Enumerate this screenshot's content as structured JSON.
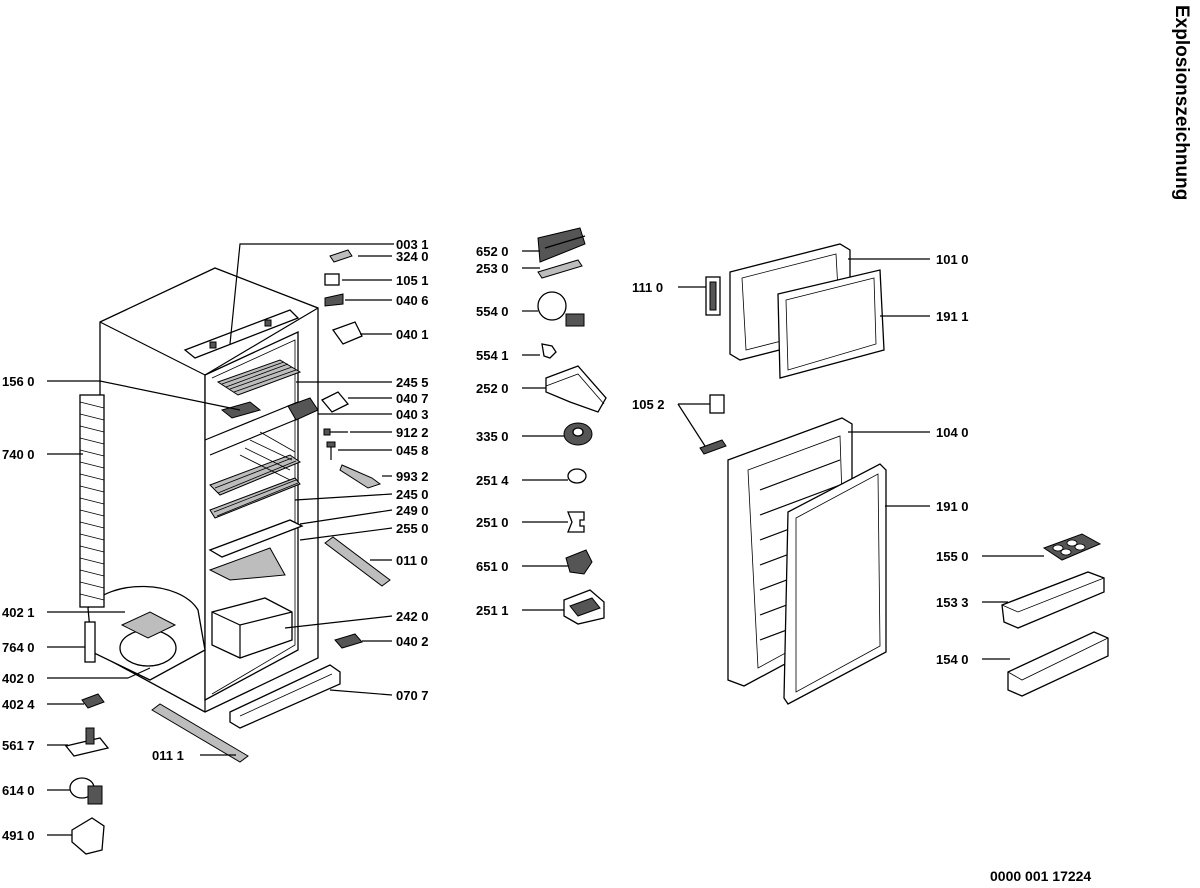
{
  "title": "Explosionszeichnung",
  "document_number": "0000  001 17224",
  "part_labels": {
    "p0031": "003 1",
    "p3240": "324 0",
    "p1051": "105 1",
    "p0406": "040 6",
    "p0401": "040 1",
    "p1560": "156 0",
    "p7400": "740 0",
    "p2455": "245 5",
    "p0407": "040 7",
    "p0403": "040 3",
    "p9122": "912 2",
    "p0458": "045 8",
    "p9932": "993 2",
    "p2450": "245 0",
    "p2490": "249 0",
    "p2550": "255 0",
    "p0110": "011 0",
    "p2420": "242 0",
    "p0402": "040 2",
    "p0707": "070 7",
    "p0111": "011 1",
    "p4021": "402 1",
    "p7640": "764 0",
    "p4020": "402 0",
    "p4024": "402 4",
    "p5617": "561 7",
    "p6140": "614 0",
    "p4910": "491 0",
    "p6520": "652 0",
    "p2530": "253 0",
    "p5540": "554 0",
    "p5541": "554 1",
    "p2520": "252 0",
    "p3350": "335 0",
    "p2514": "251 4",
    "p2510": "251 0",
    "p6510": "651 0",
    "p2511": "251 1",
    "p1110": "111 0",
    "p1010": "101 0",
    "p1911": "191 1",
    "p1052": "105 2",
    "p1040": "104 0",
    "p1910": "191 0",
    "p1550": "155 0",
    "p1533": "153 3",
    "p1540": "154 0"
  }
}
